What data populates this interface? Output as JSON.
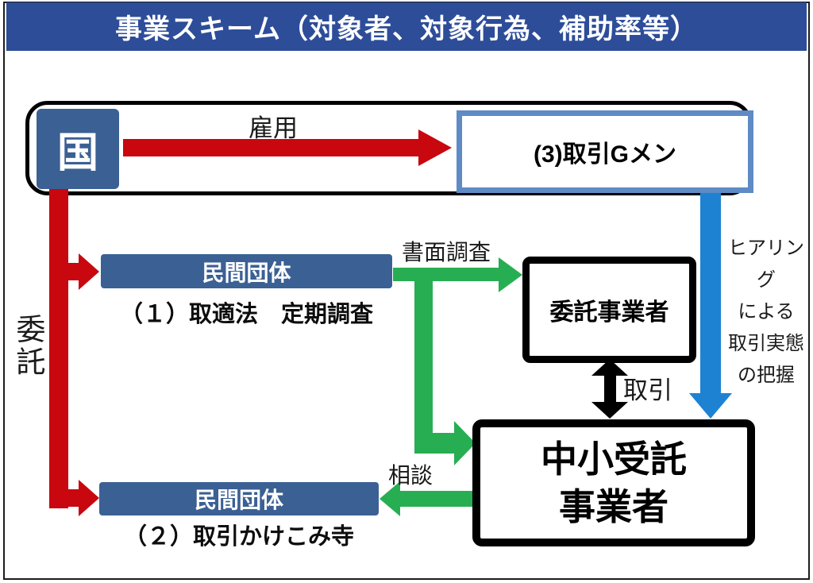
{
  "title": "事業スキーム（対象者、対象行為、補助率等）",
  "colors": {
    "title_bar": "#2d4d99",
    "node_blue": "#3b6094",
    "gmen_border": "#5e8ac6",
    "arrow_red": "#c8070f",
    "arrow_green": "#27ae52",
    "arrow_blue": "#1e82d2",
    "arrow_black": "#000000"
  },
  "nodes": {
    "kuni": {
      "label": "国"
    },
    "gmen": {
      "label": "(3)取引Gメン"
    },
    "minkan1": {
      "label": "民間団体",
      "caption": "（１）取適法　定期調査"
    },
    "minkan2": {
      "label": "民間団体",
      "caption": "（２）取引かけこみ寺"
    },
    "itaku_jigyosha": {
      "label": "委託事業者"
    },
    "chusho_jutaku": {
      "label": "中小受託\n事業者"
    }
  },
  "edges": {
    "koyou": {
      "label": "雇用",
      "color": "red",
      "from": "kuni",
      "to": "gmen"
    },
    "itaku": {
      "label": "委託",
      "color": "red",
      "from": "kuni",
      "to": "minkan1 / minkan2"
    },
    "shomen_chosa": {
      "label": "書面調査",
      "color": "green",
      "from": "minkan1",
      "to": "itaku_jigyosha"
    },
    "sodan_in": {
      "color": "green",
      "from": "minkan1",
      "to": "chusho_jutaku"
    },
    "sodan": {
      "label": "相談",
      "color": "green",
      "from": "chusho_jutaku",
      "to": "minkan2"
    },
    "torihiki": {
      "label": "取引",
      "color": "black",
      "between": "itaku_jigyosha / chusho_jutaku"
    },
    "hearing": {
      "label": "ヒアリング\nによる\n取引実態\nの把握",
      "color": "blue",
      "from": "gmen",
      "to": "chusho_jutaku"
    }
  }
}
